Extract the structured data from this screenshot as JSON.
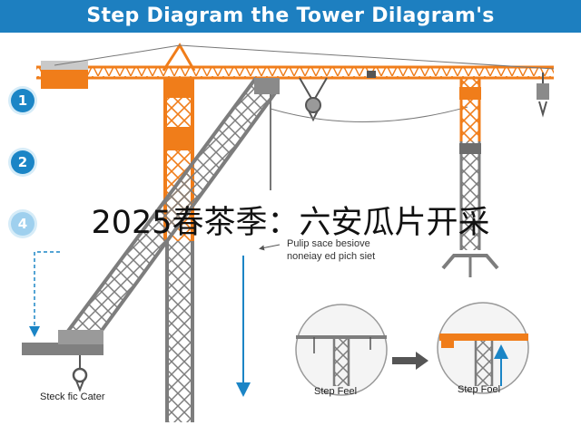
{
  "header": {
    "title": "Step Diagram the Tower Dilagram's"
  },
  "steps": [
    {
      "number": "1"
    },
    {
      "number": "2"
    },
    {
      "number": "4"
    }
  ],
  "overlay_text": "2025春茶季：六安瓜片开采",
  "annotation": {
    "line1": "Pulip sace besiove",
    "line2": "noneiay ed pich siet"
  },
  "captions": {
    "main": "Steck fic Cater",
    "detail_left": "Step Feel",
    "detail_right": "Step Foel"
  },
  "colors": {
    "banner": "#1d7fc0",
    "crane_orange": "#f07d1a",
    "crane_gray": "#7d7d7d",
    "guide_blue": "#1b85c6"
  }
}
